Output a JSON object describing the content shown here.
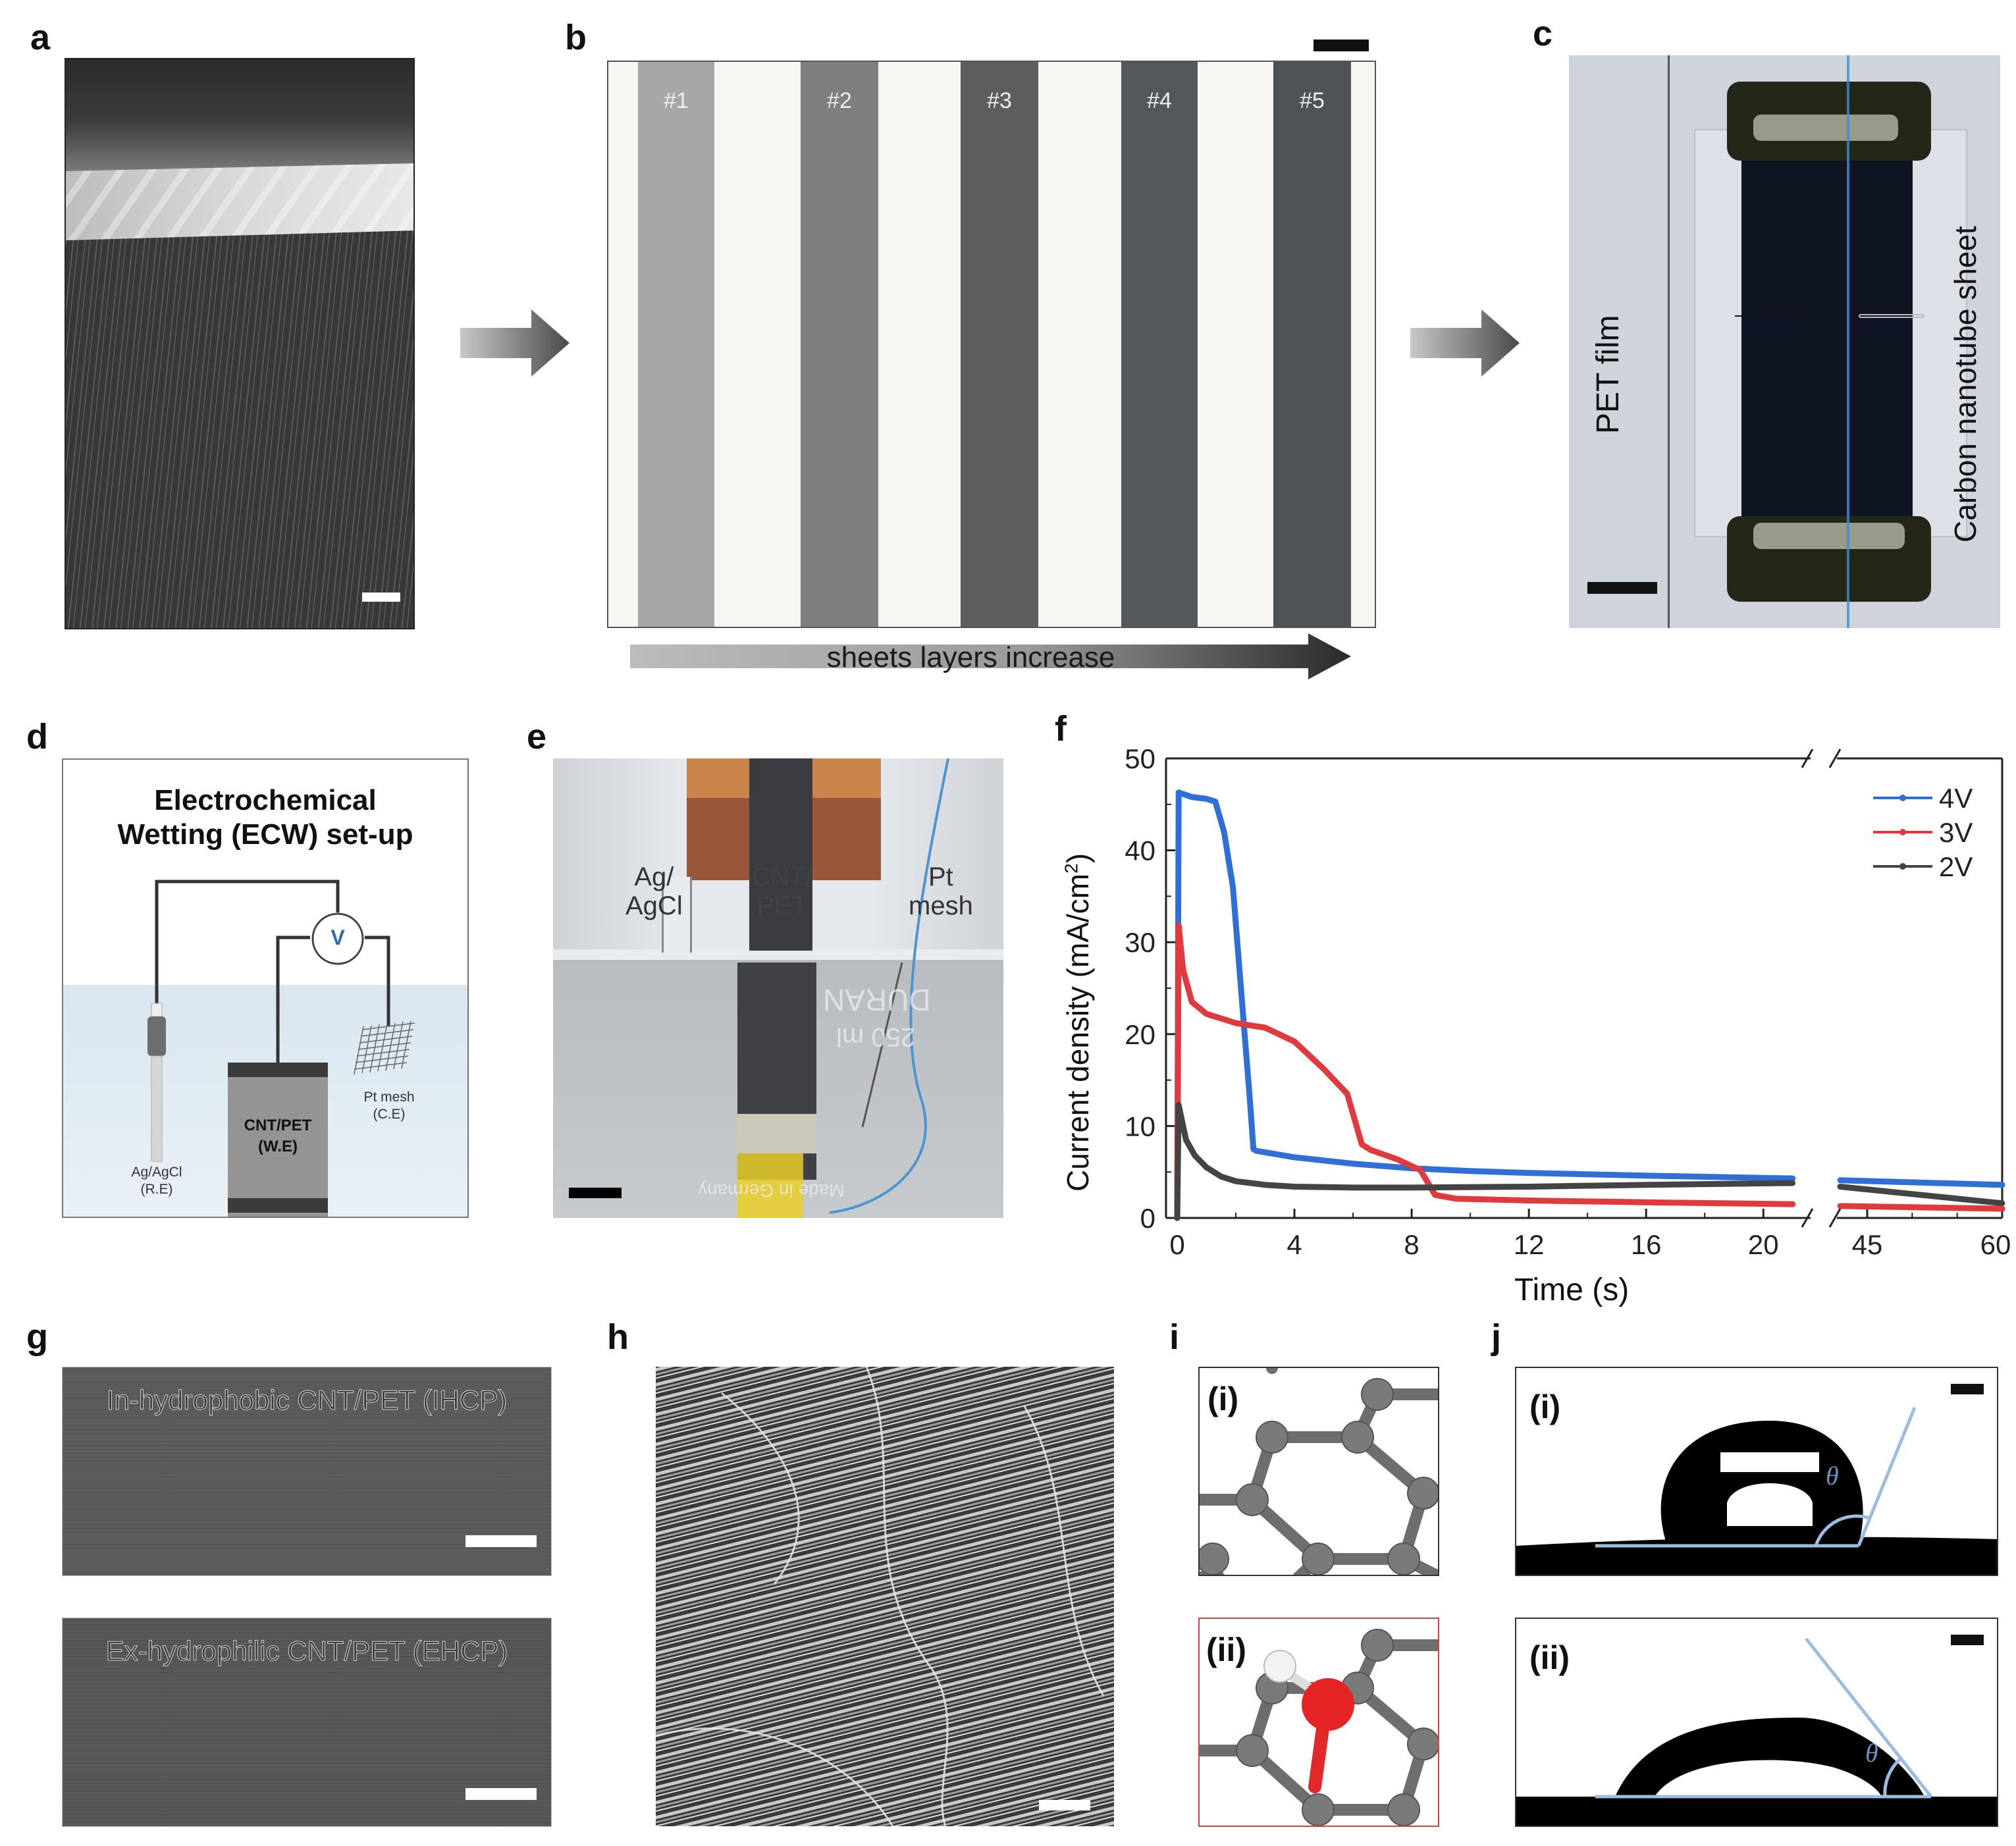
{
  "figure": {
    "panels": {
      "a": {
        "label": "a",
        "description": "SEM image of vertically aligned CNT forest",
        "scale_bar_color": "#ffffff"
      },
      "b": {
        "label": "b",
        "strip_labels": [
          "#1",
          "#2",
          "#3",
          "#4",
          "#5"
        ],
        "strip_colors": [
          "#a9a7a5",
          "#7e7e7e",
          "#5c5e60",
          "#55585b",
          "#4f5357"
        ],
        "arrow_label": "sheets layers increase"
      },
      "c": {
        "label": "c",
        "annotation_left": "PET film",
        "annotation_right": "Carbon nanotube sheet"
      },
      "d": {
        "label": "d",
        "title_line1": "Electrochemical",
        "title_line2": "Wetting (ECW) set-up",
        "voltmeter": "V",
        "working_electrode_line1": "CNT/PET",
        "working_electrode_line2": "(W.E)",
        "reference_electrode_line1": "Ag/AgCl",
        "reference_electrode_line2": "(R.E)",
        "counter_electrode_line1": "Pt mesh",
        "counter_electrode_line2": "(C.E)"
      },
      "e": {
        "label": "e",
        "label_ref_line1": "Ag/",
        "label_ref_line2": "AgCl",
        "label_we_line1": "CNT/",
        "label_we_line2": "PET",
        "label_ce_line1": "Pt",
        "label_ce_line2": "mesh",
        "beaker_text_1": "DURAN",
        "beaker_text_2": "250 ml",
        "beaker_text_3": "Made in Germany"
      },
      "f": {
        "label": "f"
      },
      "g": {
        "label": "g",
        "top_caption": "In-hydrophobic CNT/PET (IHCP)",
        "bottom_caption": "Ex-hydrophilic CNT/PET (EHCP)"
      },
      "h": {
        "label": "h",
        "description": "SEM image of CNT network"
      },
      "i": {
        "label": "i",
        "sub_i": "(i)",
        "sub_ii": "(ii)"
      },
      "j": {
        "label": "j",
        "sub_i": "(i)",
        "sub_ii": "(ii)",
        "angle_symbol": "θ"
      }
    }
  },
  "chart_data": {
    "type": "line",
    "title": "",
    "xlabel": "Time (s)",
    "ylabel": "Current density (mA/cm²)",
    "ylabel_main": "Current density (mA/cm",
    "ylabel_sup": "2",
    "ylabel_end": ")",
    "ylim": [
      0,
      50
    ],
    "y_ticks": [
      0,
      10,
      20,
      30,
      40,
      50
    ],
    "x_ticks_segment1": [
      0,
      4,
      8,
      12,
      16,
      20
    ],
    "x_ticks_segment2": [
      45,
      60
    ],
    "x_axis_break": "between 21 and 42 s",
    "grid": false,
    "legend_position": "upper right",
    "legend": [
      "4V",
      "3V",
      "2V"
    ],
    "series": [
      {
        "name": "4V",
        "color": "#2f6fd6",
        "x": [
          0,
          0.05,
          0.5,
          1.0,
          1.3,
          1.6,
          1.9,
          2.1,
          2.3,
          2.5,
          2.6,
          2.7,
          4,
          6,
          8,
          10,
          12,
          16,
          21,
          42,
          60
        ],
        "y": [
          0,
          46.3,
          45.8,
          45.6,
          45.3,
          42,
          36,
          28,
          20,
          12,
          7.5,
          7.3,
          6.6,
          5.9,
          5.4,
          5.1,
          4.9,
          4.6,
          4.3,
          4.1,
          3.6
        ]
      },
      {
        "name": "3V",
        "color": "#e0393e",
        "x": [
          0,
          0.05,
          0.2,
          0.5,
          1.0,
          2.0,
          3.0,
          4.0,
          5.0,
          5.8,
          6.3,
          6.6,
          7.5,
          8.3,
          8.8,
          9.5,
          12,
          16,
          21,
          42,
          60
        ],
        "y": [
          0,
          31.8,
          27,
          23.5,
          22.2,
          21.2,
          20.7,
          19.2,
          16.2,
          13.5,
          8.0,
          7.4,
          6.4,
          5.2,
          2.5,
          2.1,
          1.9,
          1.7,
          1.5,
          1.3,
          1.0
        ]
      },
      {
        "name": "2V",
        "color": "#444444",
        "x": [
          0,
          0.05,
          0.3,
          0.6,
          1.0,
          1.5,
          2.0,
          3.0,
          4.0,
          6,
          8,
          12,
          16,
          21,
          42,
          60
        ],
        "y": [
          0,
          12.3,
          8.5,
          6.8,
          5.5,
          4.5,
          4.0,
          3.6,
          3.4,
          3.3,
          3.3,
          3.4,
          3.6,
          3.8,
          3.4,
          1.6
        ]
      }
    ]
  }
}
